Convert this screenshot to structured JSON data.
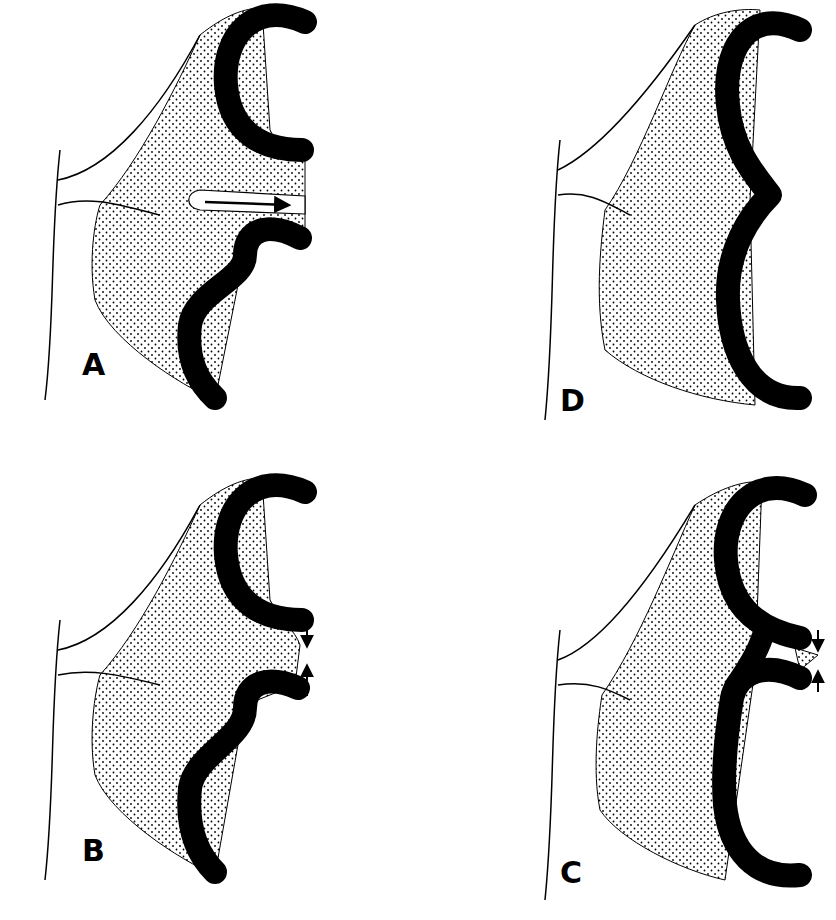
{
  "diagram": {
    "labels": [
      "A",
      "D",
      "B",
      "C"
    ]
  }
}
